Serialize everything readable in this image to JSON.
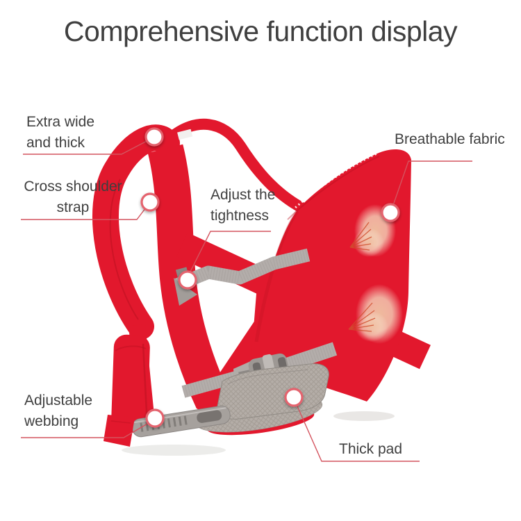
{
  "title": "Comprehensive function display",
  "colors": {
    "red": "#e2182d",
    "red_dark": "#b8101f",
    "label_text": "#3f3f3f",
    "callout": "#d4545f",
    "marker_ring": "#e4636e",
    "webbing_gray": "#b3adaa",
    "buckle_gray": "#9d9894",
    "pad_gray": "#b2aba5",
    "puff": "#f2cdb2"
  },
  "callouts": {
    "extra_wide": {
      "line1": "Extra wide",
      "line2": "and thick"
    },
    "cross_shoulder": {
      "line1": "Cross shoulder",
      "line2": "strap"
    },
    "adjust_tightness": {
      "line1": "Adjust the",
      "line2": "tightness"
    },
    "breathable_fabric": {
      "line1": "Breathable fabric"
    },
    "adjustable_webbing": {
      "line1": "Adjustable",
      "line2": "webbing"
    },
    "thick_pad": {
      "line1": "Thick pad"
    }
  }
}
